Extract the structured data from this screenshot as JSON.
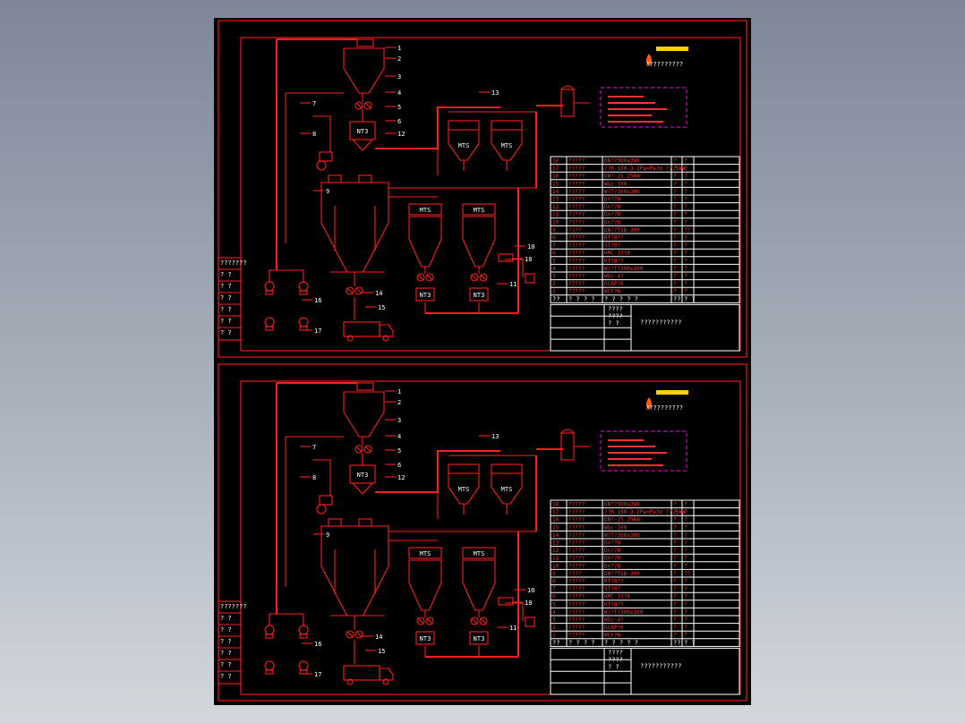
{
  "app": {
    "viewport_bg": "#000000",
    "line_color": "#ff1e1e",
    "accent_magenta": "#ff00ff",
    "text_white": "#ffffff"
  },
  "sheets": [
    {
      "logo_text": "??????????",
      "callouts": [
        "1",
        "2",
        "3",
        "4",
        "5",
        "6",
        "7",
        "8",
        "9",
        "10",
        "11",
        "12",
        "13",
        "14",
        "15",
        "16",
        "17",
        "18"
      ],
      "bom": {
        "rows": [
          {
            "no": "18",
            "name": "?????",
            "spec": "DN??300x300",
            "q": "?",
            "u": "?"
          },
          {
            "no": "17",
            "name": "?????",
            "spec": "??R-100-3-2Pa=Pa?m ??.5kW",
            "q": "?",
            "u": "?"
          },
          {
            "no": "16",
            "name": "?????",
            "spec": "DN?-15.25kW",
            "q": "?",
            "u": "?"
          },
          {
            "no": "15",
            "name": "?????",
            "spec": "WGc-100",
            "q": "?",
            "u": "?"
          },
          {
            "no": "14",
            "name": "?????",
            "spec": "W?T?300x300",
            "q": "?",
            "u": "?"
          },
          {
            "no": "13",
            "name": "?????",
            "spec": "Dn??0",
            "q": "?",
            "u": "?"
          },
          {
            "no": "12",
            "name": "?????",
            "spec": "Dn??0",
            "q": "?",
            "u": "?"
          },
          {
            "no": "11",
            "name": "?????",
            "spec": "Dn??0",
            "q": "?",
            "u": "?"
          },
          {
            "no": "10",
            "name": "?????",
            "spec": "Dn??0",
            "q": "?",
            "u": "?"
          },
          {
            "no": "9",
            "name": "????",
            "spec": "DN??TSB-300",
            "q": "?",
            "u": "??"
          },
          {
            "no": "8",
            "name": "?????",
            "spec": "RT?8??",
            "q": "?",
            "u": "?"
          },
          {
            "no": "7",
            "name": "?????",
            "spec": "ST?0?",
            "q": "?",
            "u": "?"
          },
          {
            "no": "6",
            "name": "?????",
            "spec": "HMC-32?0",
            "q": "?",
            "u": "?"
          },
          {
            "no": "5",
            "name": "?????",
            "spec": "RT?8??",
            "q": "?",
            "u": "?"
          },
          {
            "no": "4",
            "name": "?????",
            "spec": "W??T?300x300",
            "q": "?",
            "u": "?"
          },
          {
            "no": "3",
            "name": "?????",
            "spec": "WGc-4?",
            "q": "?",
            "u": "?"
          },
          {
            "no": "2",
            "name": "?????",
            "spec": "DC6P?6",
            "q": "?",
            "u": "?"
          },
          {
            "no": "1",
            "name": "?????",
            "spec": "WCF?6",
            "q": "?",
            "u": "?"
          }
        ],
        "header": {
          "no": "??",
          "name": "? ? ? ?",
          "spec": "? ? ? ? ?",
          "q": "??",
          "u": "? ?"
        }
      },
      "title_block": {
        "line1": "????",
        "line2": "????",
        "line3": "? ?",
        "drawing_name": "???????????"
      },
      "left_strip": [
        "???????",
        "? ?",
        "? ?",
        "? ?",
        "? ?",
        "? ?",
        "? ?"
      ]
    },
    {
      "logo_text": "??????????",
      "callouts": [
        "1",
        "2",
        "3",
        "4",
        "5",
        "6",
        "7",
        "8",
        "9",
        "10",
        "11",
        "12",
        "13",
        "14",
        "15",
        "16",
        "17",
        "18"
      ],
      "bom": {
        "rows": [
          {
            "no": "18",
            "name": "?????",
            "spec": "DN??300x300",
            "q": "?",
            "u": "?"
          },
          {
            "no": "17",
            "name": "?????",
            "spec": "??R-100-3-2Pa=Pa?m ??.5kW",
            "q": "?",
            "u": "?"
          },
          {
            "no": "16",
            "name": "?????",
            "spec": "DN?-15.25kW",
            "q": "?",
            "u": "?"
          },
          {
            "no": "15",
            "name": "?????",
            "spec": "WGc-100",
            "q": "?",
            "u": "?"
          },
          {
            "no": "14",
            "name": "?????",
            "spec": "W?T?300x300",
            "q": "?",
            "u": "?"
          },
          {
            "no": "13",
            "name": "?????",
            "spec": "Dn??0",
            "q": "?",
            "u": "?"
          },
          {
            "no": "12",
            "name": "?????",
            "spec": "Dn??0",
            "q": "?",
            "u": "?"
          },
          {
            "no": "11",
            "name": "?????",
            "spec": "Dn??0",
            "q": "?",
            "u": "?"
          },
          {
            "no": "10",
            "name": "?????",
            "spec": "Dn??0",
            "q": "?",
            "u": "?"
          },
          {
            "no": "9",
            "name": "????",
            "spec": "DN??TSB-300",
            "q": "?",
            "u": "??"
          },
          {
            "no": "8",
            "name": "?????",
            "spec": "RT?8??",
            "q": "?",
            "u": "?"
          },
          {
            "no": "7",
            "name": "?????",
            "spec": "ST?0?",
            "q": "?",
            "u": "?"
          },
          {
            "no": "6",
            "name": "?????",
            "spec": "HMC-32?0",
            "q": "?",
            "u": "?"
          },
          {
            "no": "5",
            "name": "?????",
            "spec": "RT?8??",
            "q": "?",
            "u": "?"
          },
          {
            "no": "4",
            "name": "?????",
            "spec": "W??T?300x300",
            "q": "?",
            "u": "?"
          },
          {
            "no": "3",
            "name": "?????",
            "spec": "WGc-4?",
            "q": "?",
            "u": "?"
          },
          {
            "no": "2",
            "name": "?????",
            "spec": "DC6P?6",
            "q": "?",
            "u": "?"
          },
          {
            "no": "1",
            "name": "?????",
            "spec": "WCF?6",
            "q": "?",
            "u": "?"
          }
        ],
        "header": {
          "no": "??",
          "name": "? ? ? ?",
          "spec": "? ? ? ? ?",
          "q": "??",
          "u": "? ?"
        }
      },
      "title_block": {
        "line1": "????",
        "line2": "????",
        "line3": "? ?",
        "drawing_name": "???????????"
      },
      "left_strip": [
        "???????",
        "? ?",
        "? ?",
        "? ?",
        "? ?",
        "? ?",
        "? ?"
      ]
    }
  ]
}
